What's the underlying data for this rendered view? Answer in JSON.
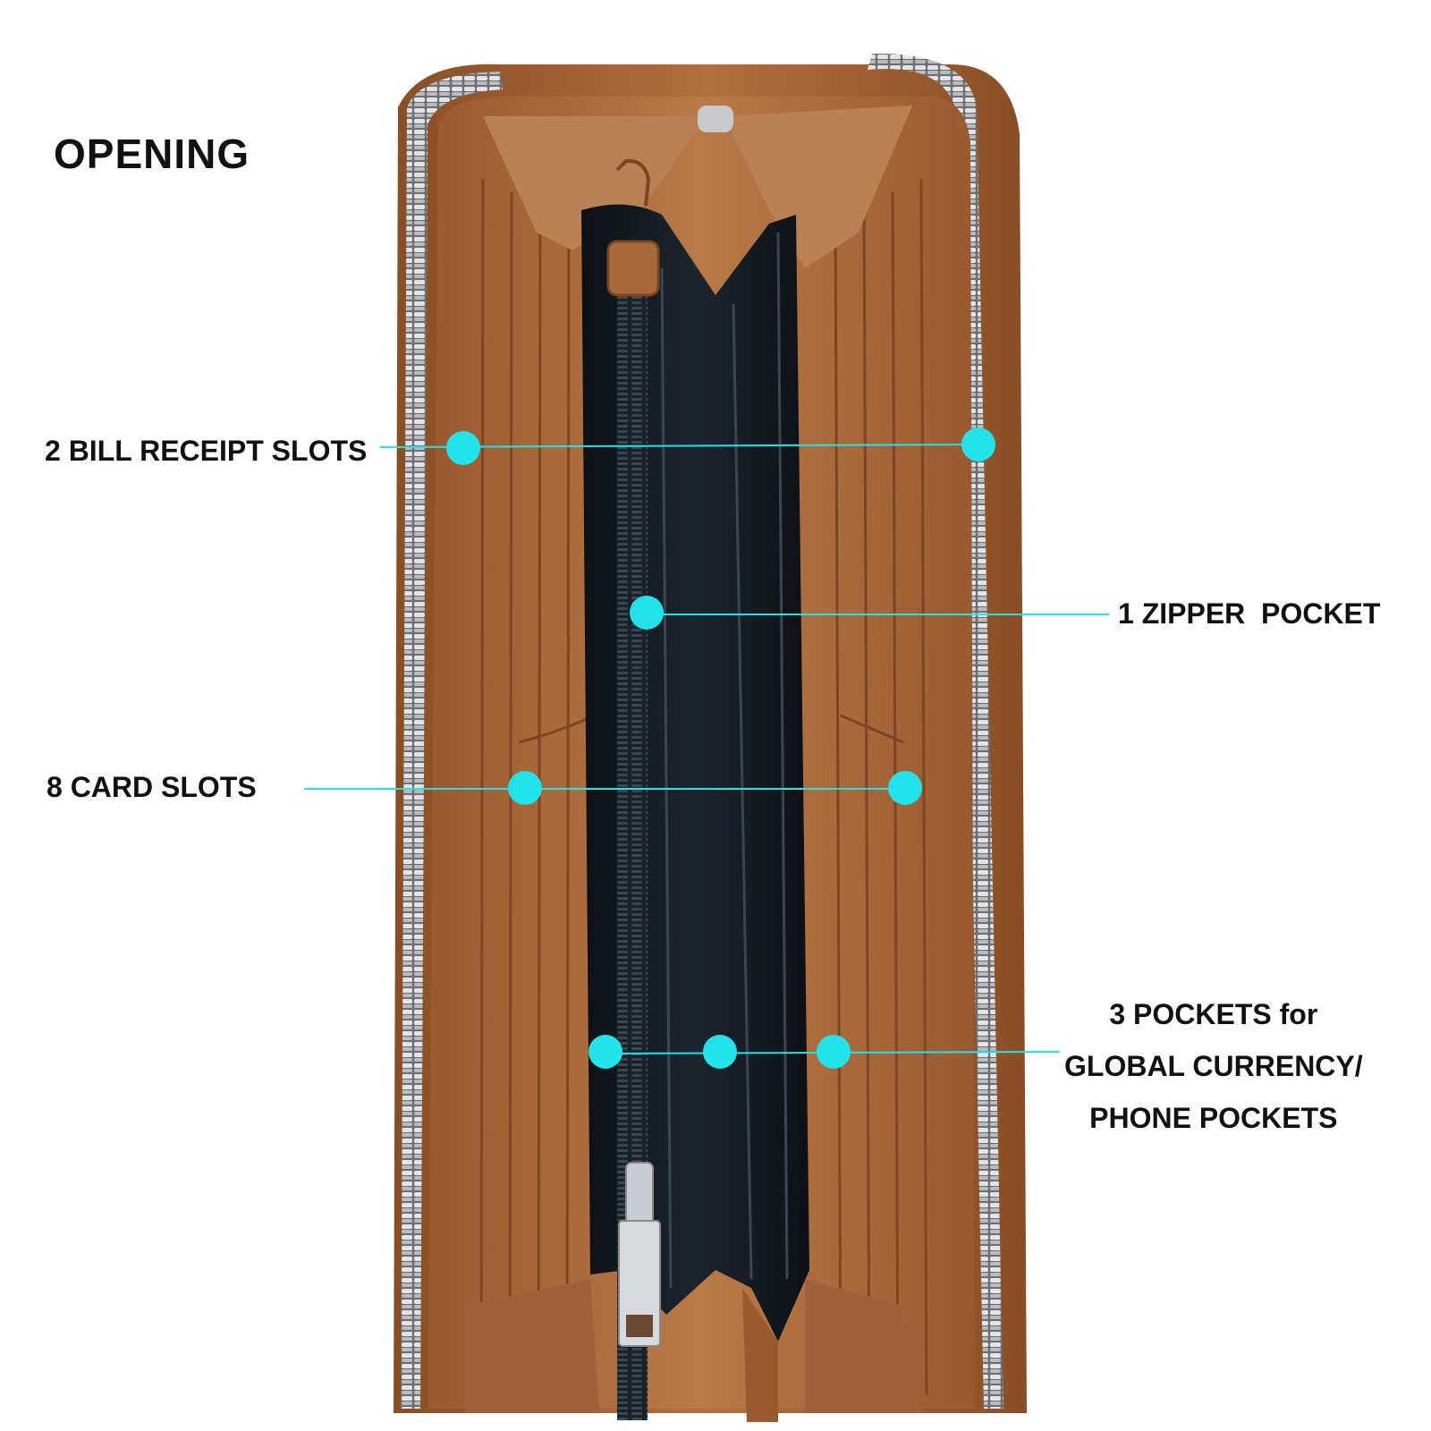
{
  "title": "OPENING",
  "callouts": {
    "bill_slots": "2 BILL RECEIPT SLOTS",
    "zipper_pocket": "1 ZIPPER  POCKET",
    "card_slots": "8 CARD SLOTS",
    "currency_line1": "3 POCKETS for",
    "currency_line2": "GLOBAL CURRENCY/",
    "currency_line3": "PHONE POCKETS"
  },
  "colors": {
    "leather": "#a8673a",
    "leather_dark": "#7a4422",
    "lining": "#141a20",
    "zipper": "#c9ccd0",
    "marker": "#22e3ea"
  }
}
